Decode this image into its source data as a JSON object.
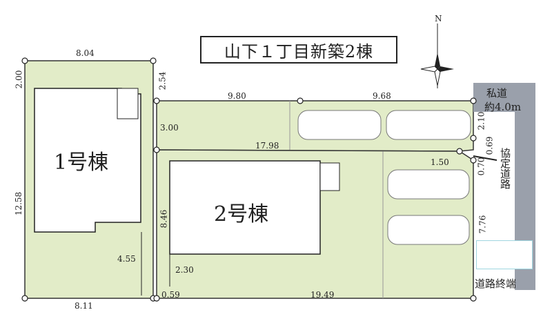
{
  "title": "山下１丁目新築2棟",
  "compass": {
    "north_label": "N"
  },
  "buildings": {
    "building1": "1号棟",
    "building2": "2号棟"
  },
  "road": {
    "private_road": "私道",
    "private_road_width": "約4.0m",
    "agreement_road": "協定道路",
    "road_end": "道路終端"
  },
  "dimensions": {
    "d804": "8.04",
    "d200": "2.00",
    "d254": "2.54",
    "d980": "9.80",
    "d968": "9.68",
    "d300": "3.00",
    "d210": "2.10",
    "d069": "0.69",
    "d1798": "17.98",
    "d150": "1.50",
    "d070": "0.70",
    "d1258": "12.58",
    "d846": "8.46",
    "d776": "7.76",
    "d455": "4.55",
    "d230": "2.30",
    "d811": "8.11",
    "d059": "0.59",
    "d1949": "19.49"
  },
  "colors": {
    "lot": "#e2ecc8",
    "road": "#9aa0ab",
    "outline": "#333333"
  },
  "icons": [
    "compass-rose-icon",
    "car-icon",
    "logo-icon"
  ]
}
